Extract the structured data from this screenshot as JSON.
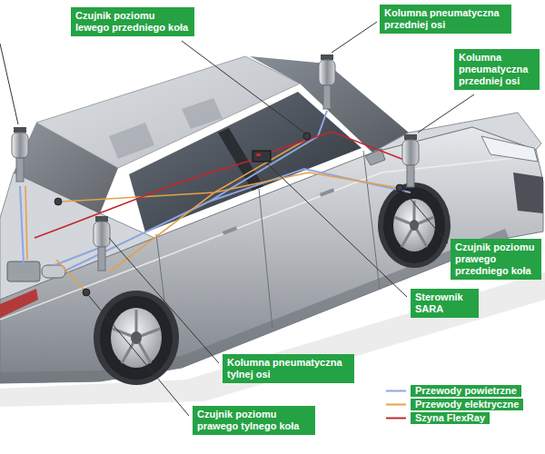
{
  "diagram": {
    "nodes": [
      {
        "text": [
          "Czujnik poziomu lewego przedniego koła"
        ]
      },
      {
        "text": [
          "Kolumna pneumatyczna przedniej osi"
        ]
      },
      {
        "text": [
          "Kolumna pneumatyczna przedniej osi"
        ]
      },
      {
        "text": [
          "Czujnik poziomu prawego przedniego koła"
        ]
      },
      {
        "text": [
          "Sterownik SARA"
        ]
      },
      {
        "text": [
          "Kolumna pneumatyczna tylnej osi"
        ]
      },
      {
        "text": [
          "Czujnik poziomu prawego tylnego koła"
        ]
      }
    ],
    "legend": [
      {
        "text": "Przewody powietrzne"
      },
      {
        "text": "Przewody elektryczne"
      },
      {
        "text": "Szyna FlexRay"
      }
    ]
  }
}
